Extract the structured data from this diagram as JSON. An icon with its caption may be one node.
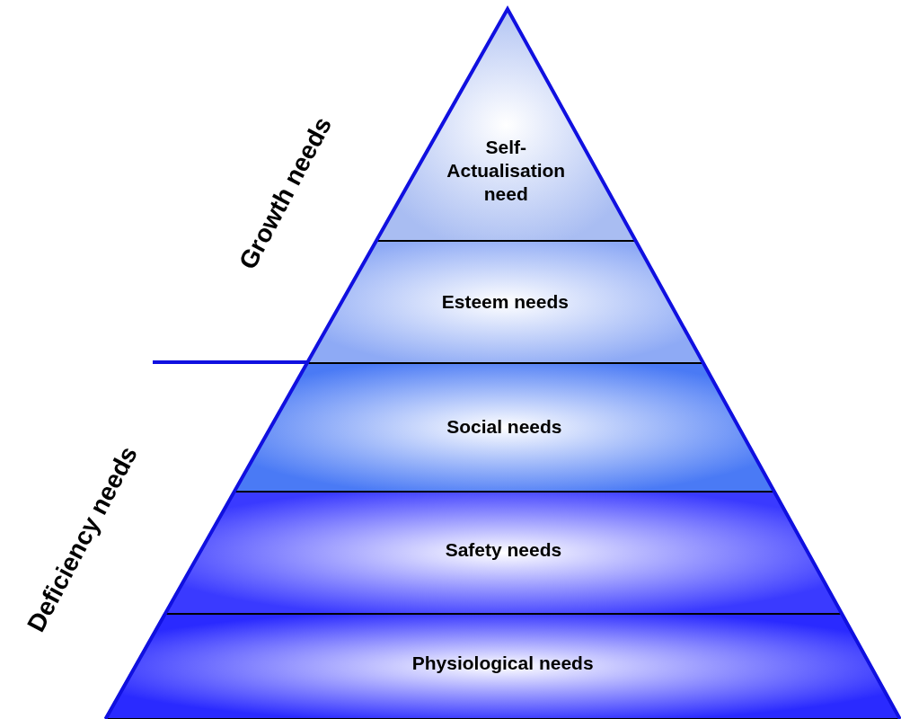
{
  "diagram": {
    "nodes": [
      {
        "text": [
          "Self-Actualisation need"
        ]
      },
      {
        "text": [
          "Esteem needs"
        ]
      },
      {
        "text": [
          "Social needs"
        ]
      },
      {
        "text": [
          "Safety needs"
        ]
      },
      {
        "text": [
          "Physiological needs"
        ]
      }
    ],
    "labels": [
      "Growth needs",
      "Deficiency needs"
    ]
  }
}
